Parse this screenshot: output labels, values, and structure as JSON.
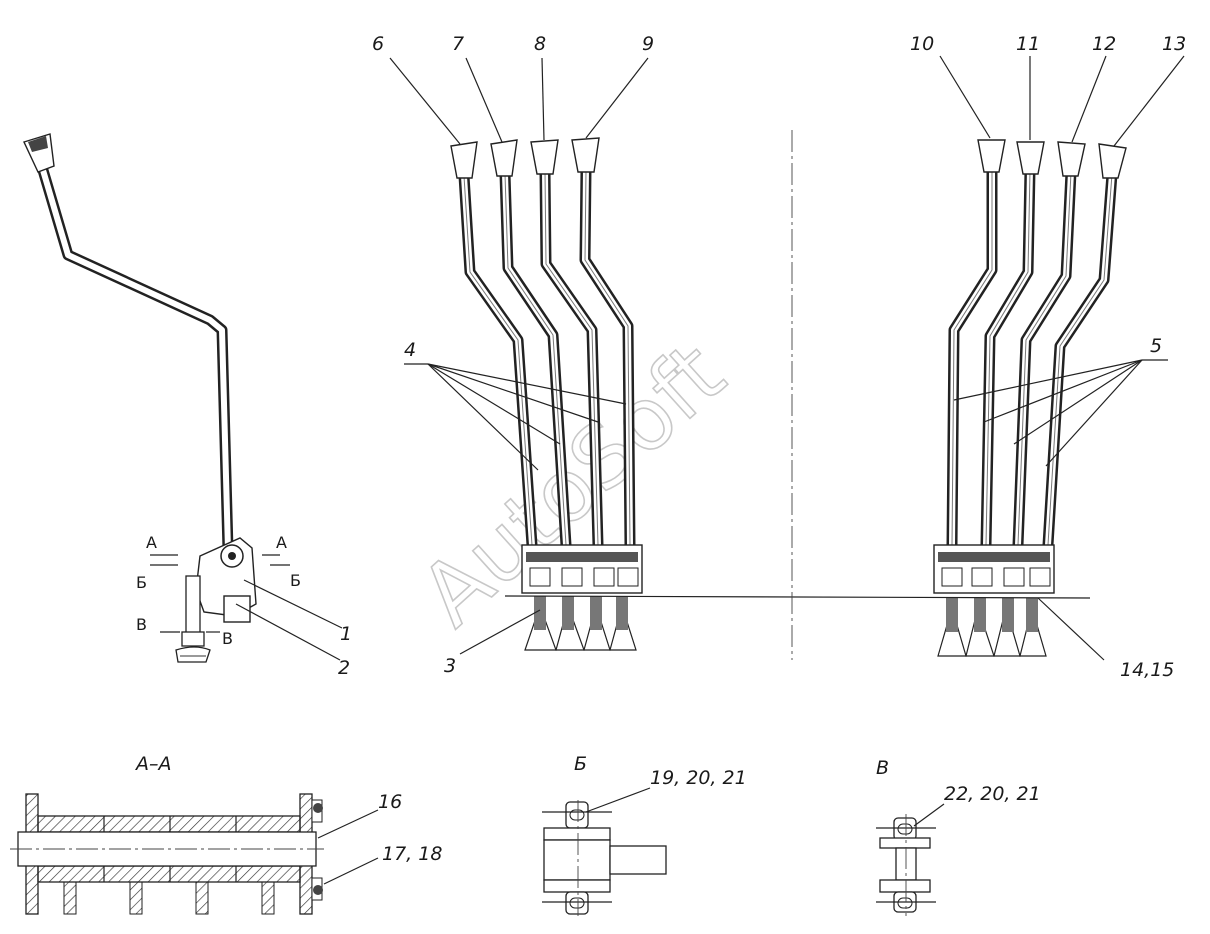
{
  "watermark": "AutoSoft",
  "callouts": {
    "c1": "1",
    "c2": "2",
    "c3": "3",
    "c4": "4",
    "c5": "5",
    "c6": "6",
    "c7": "7",
    "c8": "8",
    "c9": "9",
    "c10": "10",
    "c11": "11",
    "c12": "12",
    "c13": "13",
    "c14_15": "14,15",
    "c16": "16",
    "c17_18": "17, 18",
    "c19_20_21": "19, 20, 21",
    "c22_20_21": "22, 20, 21"
  },
  "section_marks": {
    "a": "А",
    "b": "Б",
    "v": "В"
  },
  "section_titles": {
    "aa": "А–А",
    "b": "Б",
    "v": "В"
  }
}
